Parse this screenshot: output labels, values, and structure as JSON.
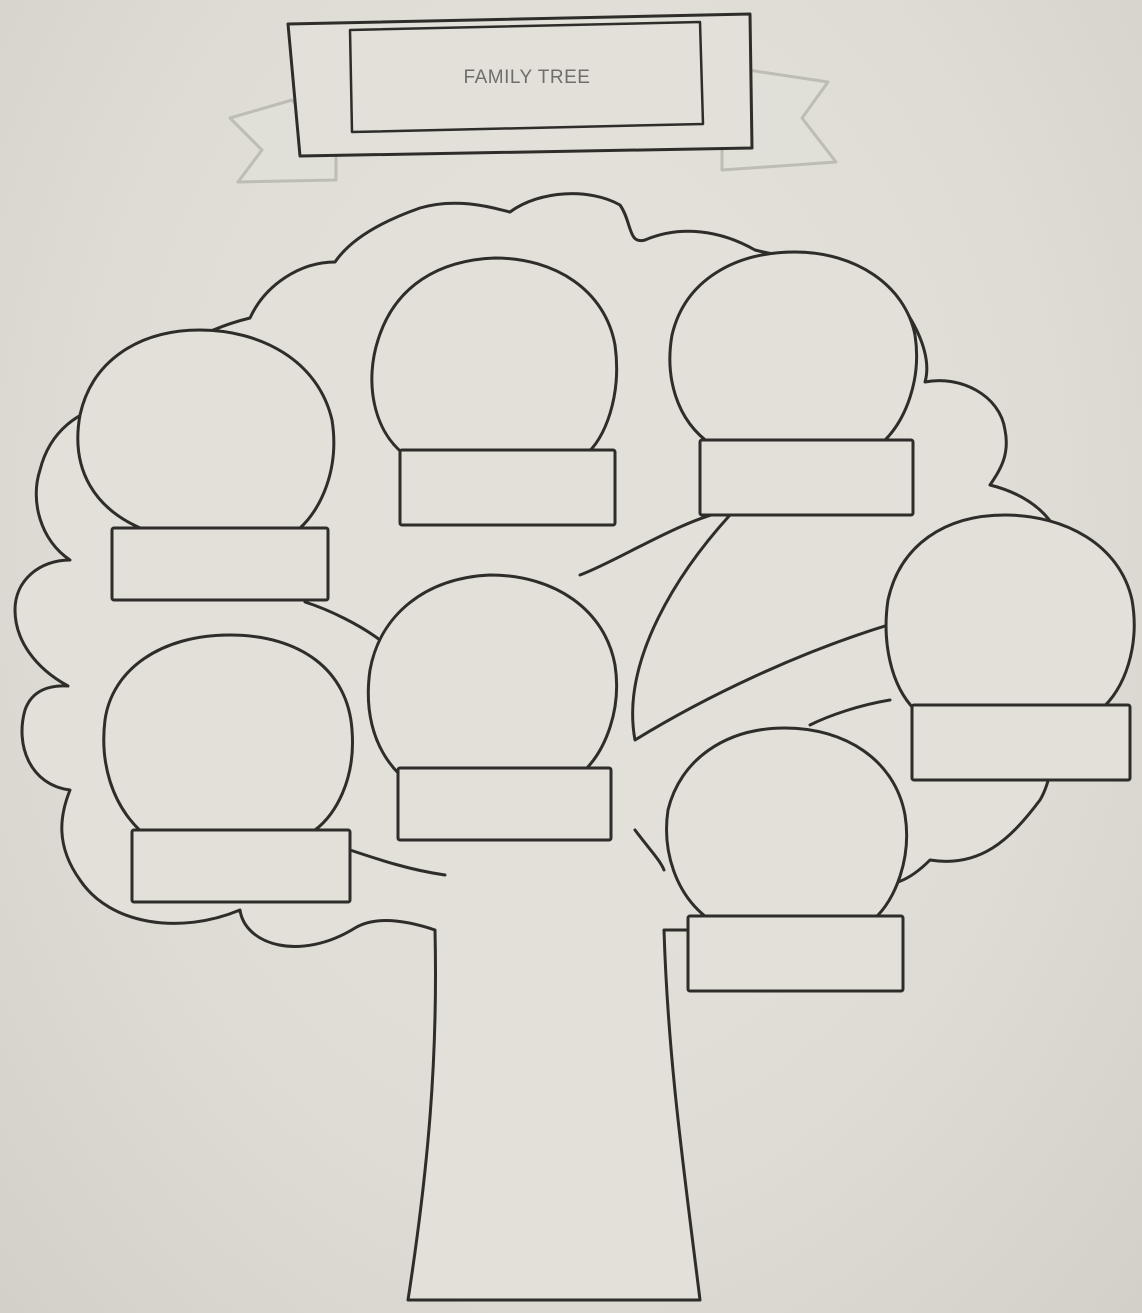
{
  "banner": {
    "title": "FAMILY TREE"
  },
  "members": [
    {
      "id": "member-1",
      "photo_frame": "circle",
      "name_box": ""
    },
    {
      "id": "member-2",
      "photo_frame": "circle",
      "name_box": ""
    },
    {
      "id": "member-3",
      "photo_frame": "circle",
      "name_box": ""
    },
    {
      "id": "member-4",
      "photo_frame": "circle",
      "name_box": ""
    },
    {
      "id": "member-5",
      "photo_frame": "circle",
      "name_box": ""
    },
    {
      "id": "member-6",
      "photo_frame": "circle",
      "name_box": ""
    },
    {
      "id": "member-7",
      "photo_frame": "circle",
      "name_box": ""
    }
  ],
  "colors": {
    "paper": "#dedcd4",
    "ink": "#2e2d2a",
    "banner_text": "#6f6e69"
  }
}
